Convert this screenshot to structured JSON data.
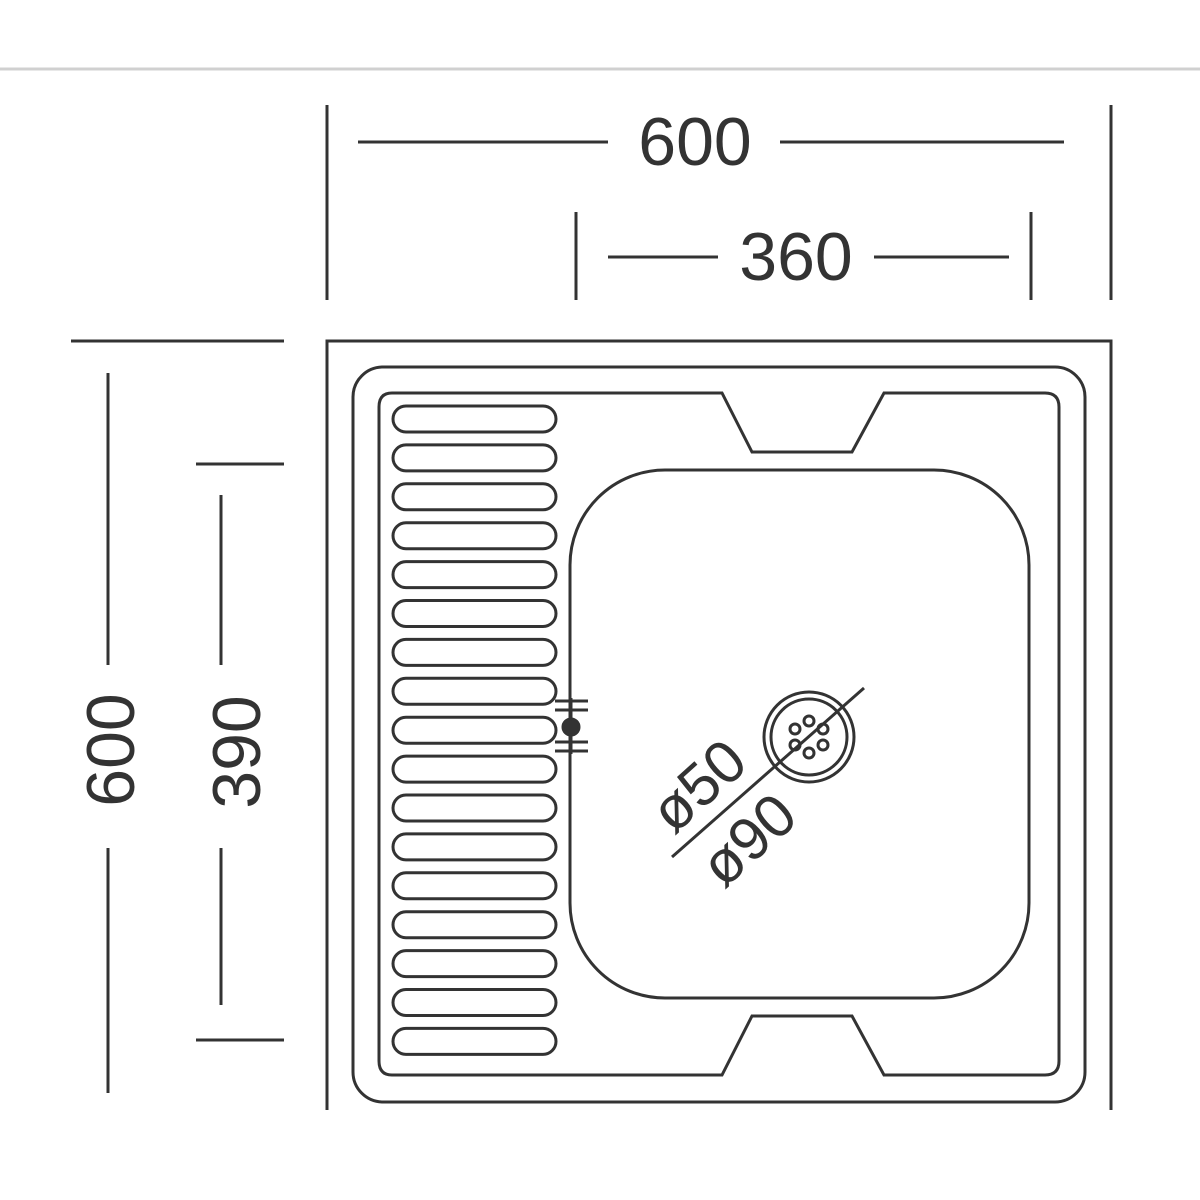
{
  "dimensions": {
    "overall_width": "600",
    "bowl_width": "360",
    "overall_depth": "600",
    "bowl_depth": "390"
  },
  "drain": {
    "inner_diameter": "ø50",
    "outer_diameter": "ø90"
  },
  "colors": {
    "line": "#333333",
    "divider": "#d0d0d0",
    "background": "#ffffff"
  }
}
